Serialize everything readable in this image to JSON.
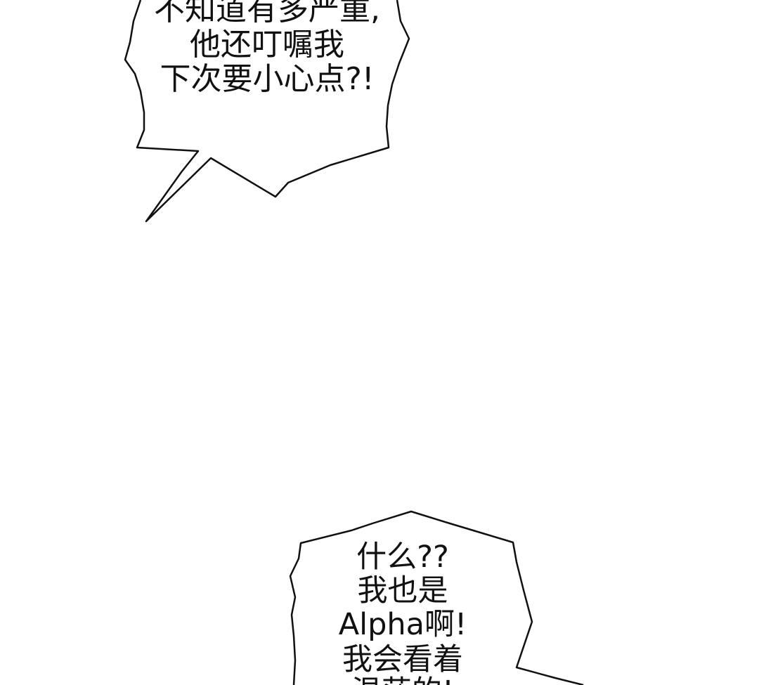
{
  "panel": {
    "top_bubble": {
      "lines": [
        "不知道有多严重,",
        "他还叮嘱我",
        "下次要小心点?!"
      ]
    },
    "bottom_bubble": {
      "lines": [
        "什么??",
        "我也是",
        "Alpha啊!",
        "我会看着",
        "温莎的!"
      ]
    }
  },
  "colors": {
    "background": "#ffffff",
    "ink": "#111111"
  }
}
